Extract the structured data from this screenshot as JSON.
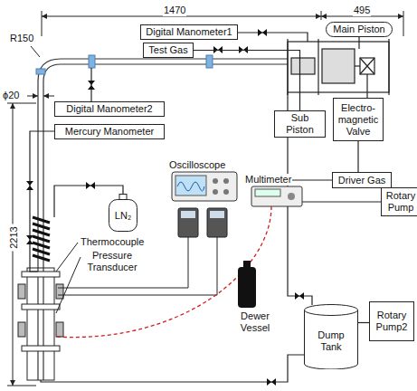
{
  "diagram": {
    "nodes": [
      {
        "text": [
          "Digital Manometer1"
        ]
      },
      {
        "text": [
          "Main Piston"
        ]
      },
      {
        "text": [
          "Test Gas"
        ]
      },
      {
        "text": [
          "Sub Piston"
        ]
      },
      {
        "text": [
          "Electro- magnetic Valve"
        ]
      },
      {
        "text": [
          "Digital Manometer2"
        ]
      },
      {
        "text": [
          "Mercury Manometer"
        ]
      },
      {
        "text": [
          "Driver Gas"
        ]
      },
      {
        "text": [
          "Rotary Pump"
        ]
      },
      {
        "text": [
          "LN₂"
        ]
      },
      {
        "text": [
          "Dump Tank"
        ]
      },
      {
        "text": [
          "Rotary Pump2"
        ]
      }
    ],
    "edges": [
      {
        "from": 2,
        "to": 3,
        "arrow": "none"
      },
      {
        "from": 4,
        "to": 7,
        "arrow": "none"
      },
      {
        "from": 10,
        "to": 11,
        "arrow": "none"
      }
    ],
    "labels": [
      "1470",
      "495",
      "R150",
      "ϕ20",
      "2213",
      "Oscilloscope",
      "Multimeter",
      "Thermocouple",
      "Pressure Transducer",
      "Dewer Vessel"
    ]
  }
}
